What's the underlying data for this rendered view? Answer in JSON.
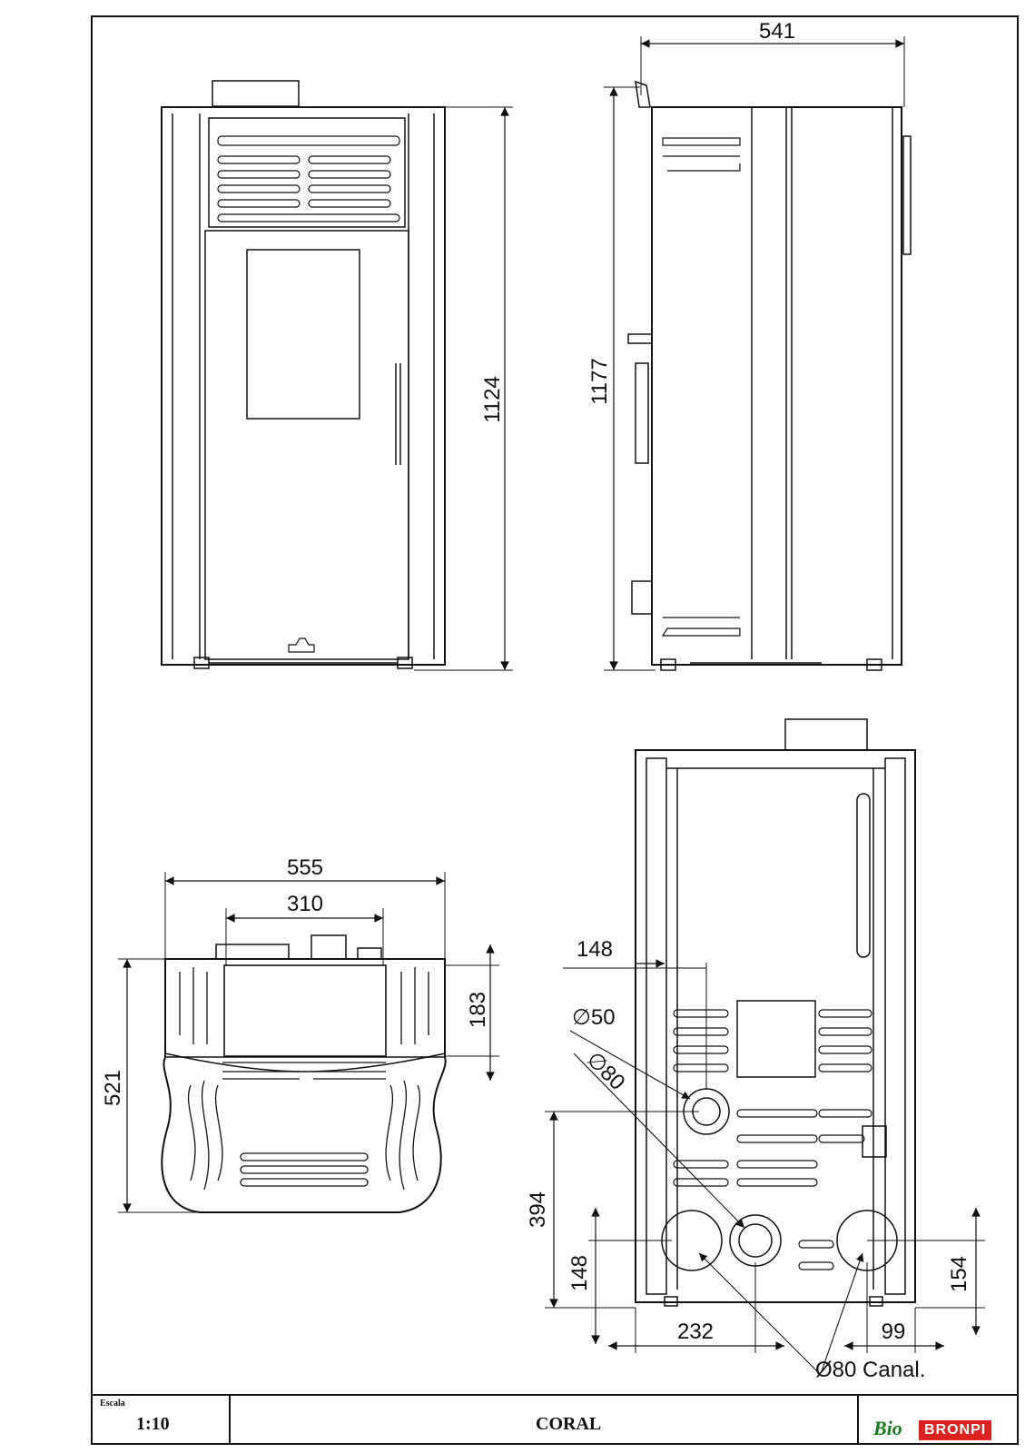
{
  "dimensions": {
    "front_height": "1124",
    "side_width": "541",
    "side_height": "1177",
    "top_width": "555",
    "top_inner_width": "310",
    "top_depth": "521",
    "top_front_depth": "183",
    "back_148_upper": "148",
    "back_phi50": "∅50",
    "back_phi80": "∅80",
    "back_394": "394",
    "back_148_lower": "148",
    "back_232": "232",
    "back_99": "99",
    "back_154": "154",
    "back_canal": "Ø80 Canal."
  },
  "title_block": {
    "scale_label": "Escala",
    "scale_value": "1:10",
    "model": "CORAL",
    "logo_bio": "Bio",
    "logo_brand": "BRONPI"
  },
  "colors": {
    "line": "#111111",
    "brand_red": "#dd2222",
    "brand_green": "#1a7a1a"
  }
}
